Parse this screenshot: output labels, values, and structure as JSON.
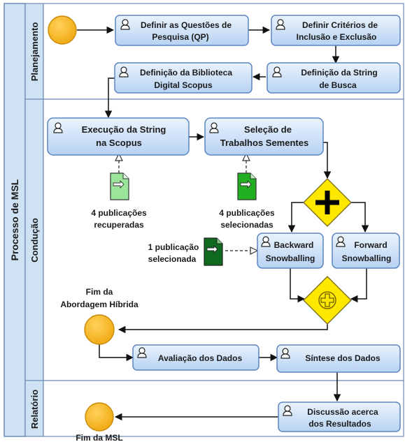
{
  "pool": {
    "title": "Processo de MSL"
  },
  "lanes": {
    "planejamento": "Planejamento",
    "conducao": "Condução",
    "relatorio": "Relatório"
  },
  "tasks": {
    "definir_qp": [
      "Definir as Questões de",
      "Pesquisa (QP)"
    ],
    "definir_criterios": [
      "Definir Critérios de",
      "Inclusão e Exclusão"
    ],
    "definicao_string": [
      "Definição da String",
      "de Busca"
    ],
    "definicao_biblioteca": [
      "Definição da Biblioteca",
      "Digital Scopus"
    ],
    "execucao_string": [
      "Execução da String",
      "na Scopus"
    ],
    "selecao_sementes": [
      "Seleção de",
      "Trabalhos Sementes"
    ],
    "backward": [
      "Backward",
      "Snowballing"
    ],
    "forward": [
      "Forward",
      "Snowballing"
    ],
    "avaliacao": [
      "Avaliação dos Dados"
    ],
    "sintese": [
      "Síntese dos Dados"
    ],
    "discussao": [
      "Discussão acerca",
      "dos Resultados"
    ]
  },
  "data_objects": {
    "recuperadas": [
      "4 publicações",
      "recuperadas"
    ],
    "selecionadas": [
      "4 publicações",
      "selecionadas"
    ],
    "uma_selecionada": [
      "1 publicação",
      "selecionada"
    ]
  },
  "events": {
    "fim_hibrida": [
      "Fim da",
      "Abordagem Híbrida"
    ],
    "fim_msl": [
      "Fim da  MSL"
    ]
  },
  "colors": {
    "lane_header": "#cfe2f3",
    "task_top": "#eaf3fd",
    "task_bottom": "#b7d2f2",
    "event": "#f5b820",
    "gateway": "#ffe800",
    "doc_light": "#9be59b",
    "doc_mid": "#22b022",
    "doc_dark": "#0f6a1f"
  },
  "icons": [
    "user-task-icon",
    "plus-gateway-icon",
    "add-gateway-icon",
    "document-icon"
  ]
}
